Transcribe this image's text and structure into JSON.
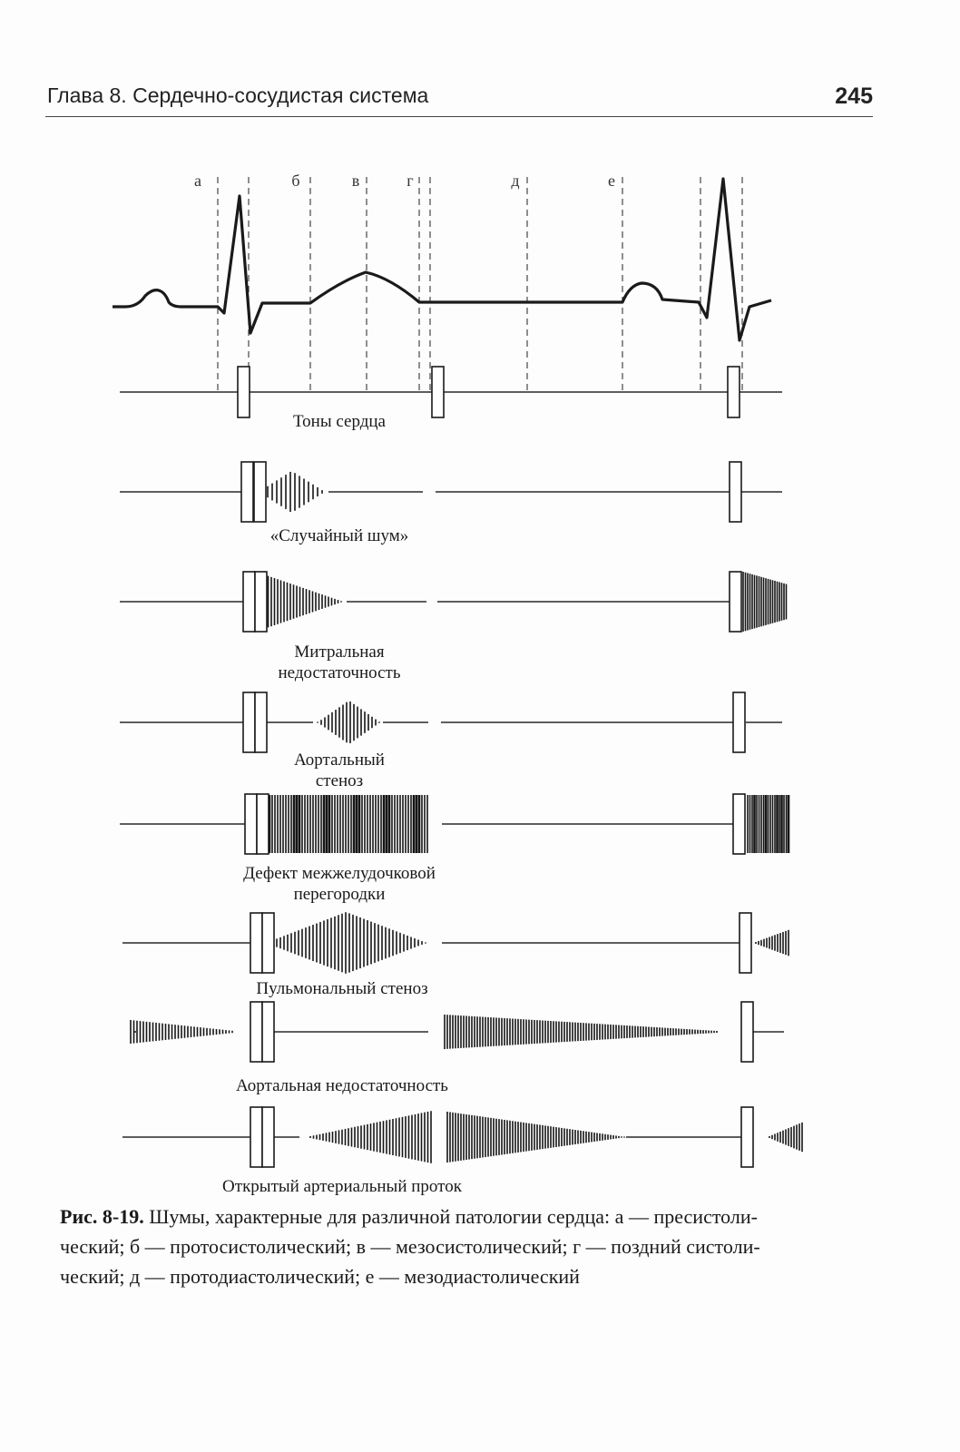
{
  "header": {
    "chapter_title": "Глава 8. Сердечно-сосудистая система",
    "page_number": "245"
  },
  "figure": {
    "phase_letters": [
      "а",
      "б",
      "в",
      "г",
      "д",
      "е"
    ],
    "ecg_label": "",
    "rows": [
      {
        "lines": [
          "Тоны сердца"
        ]
      },
      {
        "lines": [
          "«Случайный шум»"
        ]
      },
      {
        "lines": [
          "Митральная",
          "недостаточность"
        ]
      },
      {
        "lines": [
          "Аортальный",
          "стеноз"
        ]
      },
      {
        "lines": [
          "Дефект межжелудочковой",
          "перегородки"
        ]
      },
      {
        "lines": [
          "Пульмональный стеноз"
        ]
      },
      {
        "lines": [
          "Аортальная недостаточность"
        ]
      },
      {
        "lines": [
          "Открытый артериальный проток"
        ]
      }
    ]
  },
  "caption": {
    "label": "Рис. 8-19.",
    "line1": " Шумы, характерные для различной патологии сердца: а — пресистоли-",
    "line2": "ческий; б — протосистолический; в — мезосистолический; г — поздний систоли-",
    "line3": "ческий; д — протодиастолический; е — мезодиастолический"
  }
}
